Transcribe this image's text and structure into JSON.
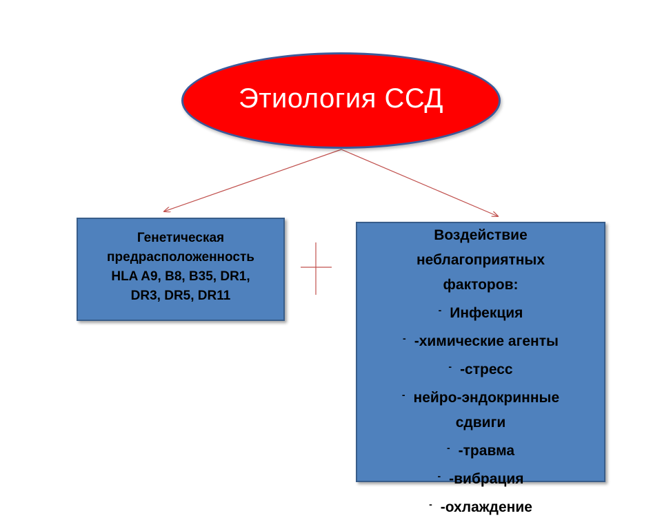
{
  "diagram": {
    "title": "Этиология ССД",
    "genetic": {
      "lines": [
        "Генетическая",
        "предрасположенность",
        "HLA A9, B8, B35, DR1,",
        "DR3, DR5, DR11"
      ]
    },
    "factors": {
      "heading": [
        "Воздействие",
        "неблагоприятных",
        "факторов:"
      ],
      "bullet_glyph": "-",
      "items": [
        [
          "Инфекция"
        ],
        [
          "-химические агенты"
        ],
        [
          "-стресс"
        ],
        [
          "нейро-эндокринные",
          "сдвиги"
        ],
        [
          "-травма"
        ],
        [
          "-вибрация"
        ],
        [
          "-охлаждение"
        ]
      ]
    },
    "plus_symbol": "+",
    "colors": {
      "ellipse_fill": "#ff0000",
      "ellipse_border": "#3b5a9a",
      "box_fill": "#4f81bd",
      "box_border": "#385d8a",
      "connector": "#c0504d"
    }
  }
}
